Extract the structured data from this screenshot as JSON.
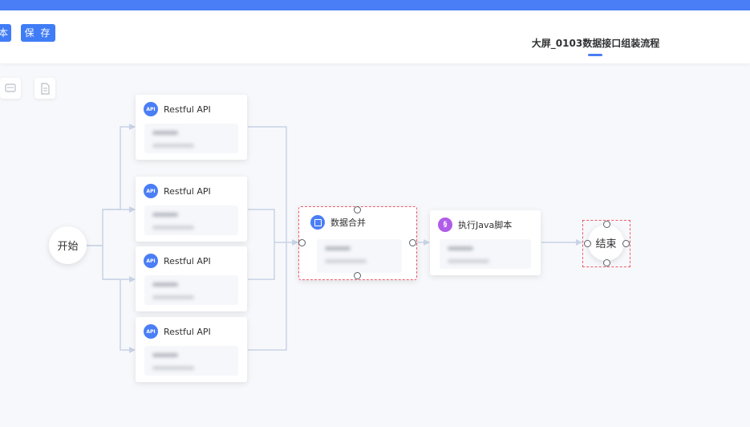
{
  "toolbar": {
    "partial_button_label": "本",
    "save_label": "保 存"
  },
  "header": {
    "tab_title": "大屏_0103数据接口组装流程"
  },
  "canvas_tools": [
    {
      "icon": "preview-icon"
    },
    {
      "icon": "document-icon"
    }
  ],
  "nodes": {
    "start": {
      "label": "开始"
    },
    "api_1": {
      "title": "Restful API",
      "icon": "api-icon"
    },
    "api_2": {
      "title": "Restful API",
      "icon": "api-icon"
    },
    "api_3": {
      "title": "Restful API",
      "icon": "api-icon"
    },
    "api_4": {
      "title": "Restful API",
      "icon": "api-icon"
    },
    "merge": {
      "title": "数据合并",
      "icon": "merge-icon"
    },
    "java": {
      "title": "执行Java脚本",
      "icon": "java-script-icon"
    },
    "end": {
      "label": "结束"
    }
  },
  "colors": {
    "accent": "#4a7ef6",
    "selection": "#ef5b6b",
    "java_icon": "#b05ce8",
    "connector": "#c8d3e6"
  }
}
